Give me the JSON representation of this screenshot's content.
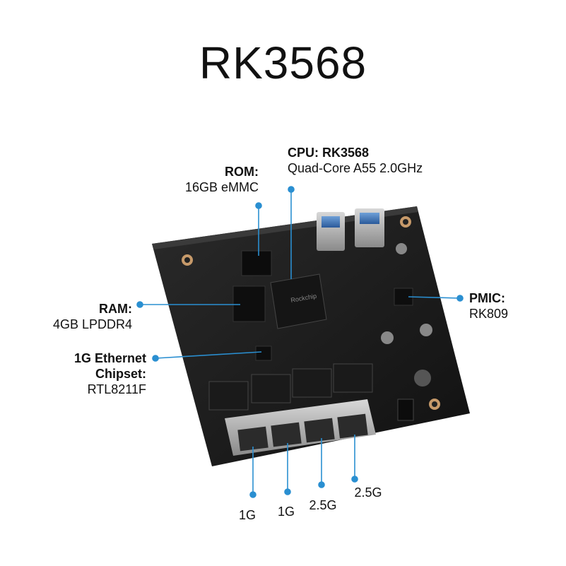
{
  "title": "RK3568",
  "accent": "#2a8fd1",
  "callouts": {
    "cpu": {
      "label": "CPU:",
      "value": "RK3568",
      "detail": "Quad-Core A55 2.0GHz"
    },
    "rom": {
      "label": "ROM:",
      "detail": "16GB eMMC"
    },
    "ram": {
      "label": "RAM:",
      "detail": "4GB LPDDR4"
    },
    "ethernet": {
      "label_line1": "1G Ethernet",
      "label_line2": "Chipset:",
      "detail": "RTL8211F"
    },
    "pmic": {
      "label": "PMIC:",
      "detail": "RK809"
    }
  },
  "ports": [
    {
      "label": "1G"
    },
    {
      "label": "1G"
    },
    {
      "label": "2.5G"
    },
    {
      "label": "2.5G"
    }
  ]
}
